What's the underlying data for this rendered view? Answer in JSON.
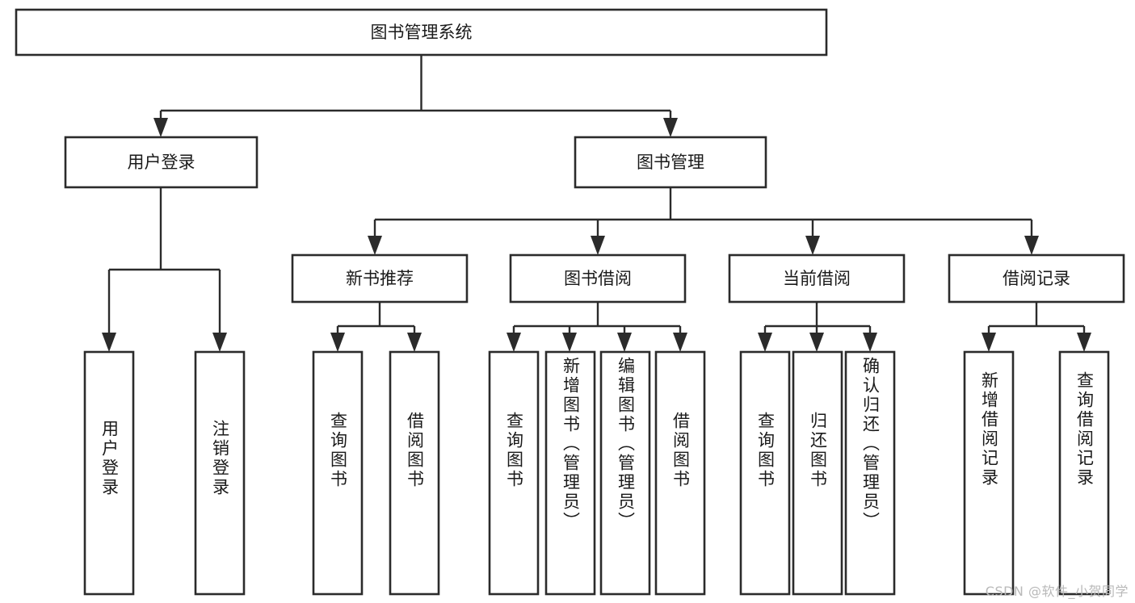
{
  "diagram": {
    "type": "hierarchy-tree",
    "title": "图书管理系统",
    "root": {
      "label": "图书管理系统",
      "id": "root"
    },
    "level1": [
      {
        "id": "user-login",
        "label": "用户登录"
      },
      {
        "id": "book-management",
        "label": "图书管理"
      }
    ],
    "level2": [
      {
        "id": "new-book-recommend",
        "label": "新书推荐",
        "parent": "book-management"
      },
      {
        "id": "book-borrow",
        "label": "图书借阅",
        "parent": "book-management"
      },
      {
        "id": "current-borrow",
        "label": "当前借阅",
        "parent": "book-management"
      },
      {
        "id": "borrow-record",
        "label": "借阅记录",
        "parent": "book-management"
      }
    ],
    "leaves": {
      "user-login": [
        {
          "id": "leaf-user-login",
          "label": "用户登录"
        },
        {
          "id": "leaf-user-logout",
          "label": "注销登录"
        }
      ],
      "new-book-recommend": [
        {
          "id": "leaf-query-book-1",
          "label": "查询图书"
        },
        {
          "id": "leaf-borrow-book-1",
          "label": "借阅图书"
        }
      ],
      "book-borrow": [
        {
          "id": "leaf-query-book-2",
          "label": "查询图书"
        },
        {
          "id": "leaf-add-book",
          "label": "新增图书（管理员）"
        },
        {
          "id": "leaf-edit-book",
          "label": "编辑图书（管理员）"
        },
        {
          "id": "leaf-borrow-book-2",
          "label": "借阅图书"
        }
      ],
      "current-borrow": [
        {
          "id": "leaf-query-book-3",
          "label": "查询图书"
        },
        {
          "id": "leaf-return-book",
          "label": "归还图书"
        },
        {
          "id": "leaf-confirm-return",
          "label": "确认归还（管理员）"
        }
      ],
      "borrow-record": [
        {
          "id": "leaf-add-record",
          "label": "新增借阅记录"
        },
        {
          "id": "leaf-query-record",
          "label": "查询借阅记录"
        }
      ]
    },
    "colors": {
      "stroke": "#2b2b2b",
      "fill": "#ffffff",
      "text": "#1a1a1a",
      "watermark": "#b9b9b9"
    }
  },
  "watermark": {
    "text": "CSDN @软件_小贺同学"
  }
}
